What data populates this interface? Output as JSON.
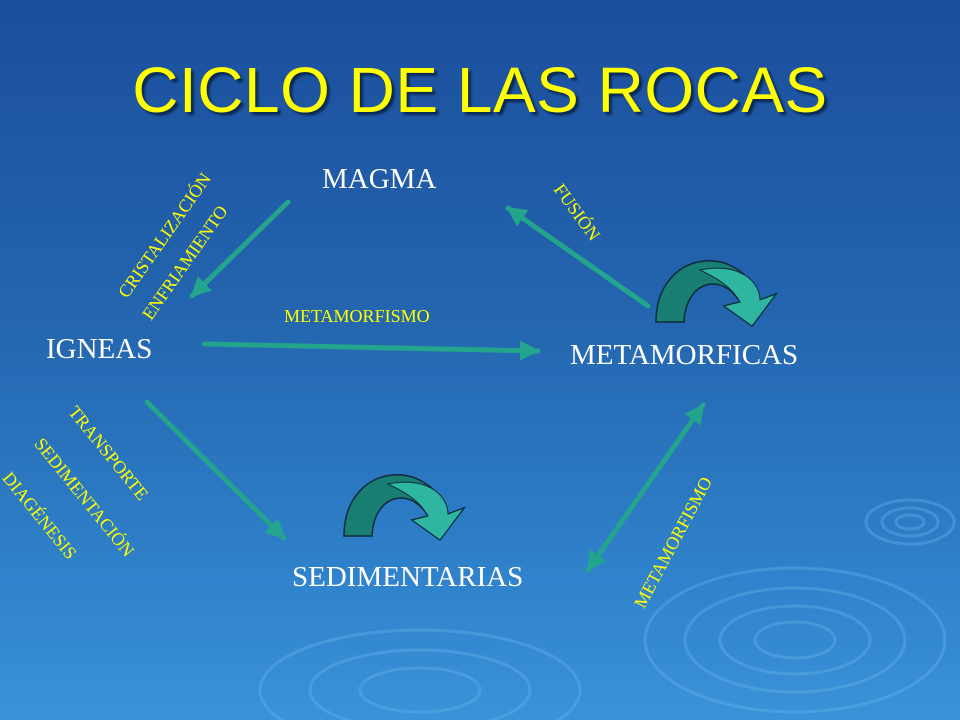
{
  "title": "CICLO DE LAS ROCAS",
  "nodes": {
    "magma": "MAGMA",
    "igneas": "IGNEAS",
    "metamorficas": "METAMORFICAS",
    "sedimentarias": "SEDIMENTARIAS"
  },
  "labels": {
    "cristalizacion": "CRISTALIZACIÓN",
    "enfriamiento": "ENFRIAMIENTO",
    "fusion": "FUSIÓN",
    "metamorfismo_top": "METAMORFISMO",
    "transporte": "TRANSPORTE",
    "sedimentacion": "SEDIMENTACIÓN",
    "diagenesis": "DIAGÉNESIS",
    "metamorfismo_right": "METAMORFISMO"
  },
  "colors": {
    "title": "#ffff00",
    "node_text": "#ffffff",
    "process_text": "#ffff00",
    "arrow": "#22a58c",
    "cycle_arrow": "#2aa893"
  }
}
